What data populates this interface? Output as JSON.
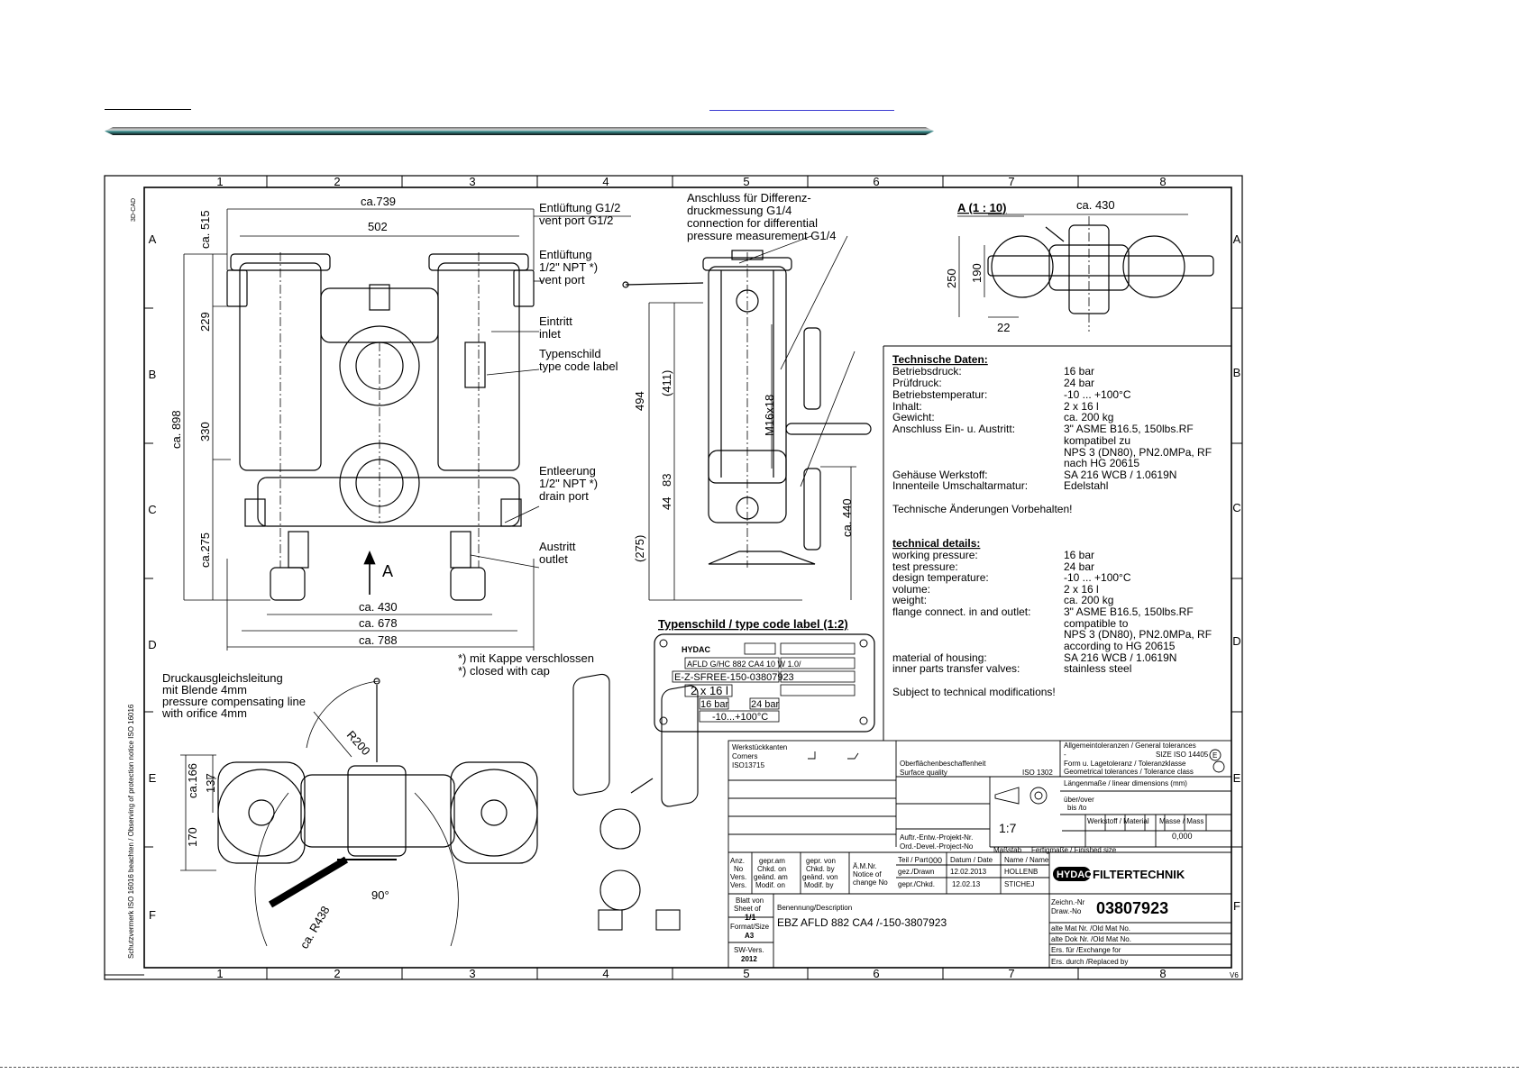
{
  "frame": {
    "columns": [
      "1",
      "2",
      "3",
      "4",
      "5",
      "6",
      "7",
      "8"
    ],
    "rows": [
      "A",
      "B",
      "C",
      "D",
      "E",
      "F"
    ],
    "side_label_cad": "3D-CAD",
    "side_label_protection": "Schutzvermerk ISO 16016 beachten / Observing of protection notice ISO 16016",
    "version_mark": "V6"
  },
  "front_view": {
    "dim_top_overall": "ca.739",
    "dim_top_inner": "502",
    "dim_height_515": "ca. 515",
    "dim_229": "229",
    "dim_330": "330",
    "dim_898": "ca. 898",
    "dim_275": "ca.275",
    "dim_430": "ca. 430",
    "dim_678": "ca. 678",
    "dim_788": "ca. 788",
    "arrow_view": "A",
    "callouts": [
      {
        "l1": "Entlüftung G1/2",
        "l2": "vent port G1/2"
      },
      {
        "l1": "Entlüftung",
        "l2": "1/2\" NPT *)",
        "l3": "vent port"
      },
      {
        "l1": "Eintritt",
        "l2": "inlet"
      },
      {
        "l1": "Typenschild",
        "l2": "type code label"
      },
      {
        "l1": "Entleerung",
        "l2": "1/2\" NPT *)",
        "l3": "drain port"
      },
      {
        "l1": "Austritt",
        "l2": "outlet"
      }
    ],
    "cap_note_de": "*) mit Kappe verschlossen",
    "cap_note_en": "*) closed with cap"
  },
  "side_view": {
    "diff_l1": "Anschluss für Differenz-",
    "diff_l2": "druckmessung G1/4",
    "diff_l3": "connection for differential",
    "diff_l4": "pressure measurement G1/4",
    "dim_494": "494",
    "dim_411": "(411)",
    "dim_m16": "M16x18",
    "dim_83": "83",
    "dim_44": "44",
    "dim_275": "(275)",
    "dim_440": "ca. 440"
  },
  "view_a": {
    "title": "A  (1 : 10)",
    "dim_430": "ca. 430",
    "dim_250": "250",
    "dim_190": "190",
    "dim_22": "22"
  },
  "label_plate": {
    "title": "Typenschild / type code label (1:2)",
    "brand": "HYDAC",
    "type_code": "AFLD G/HC 882 CA4 10 W 1.0/",
    "serial": "E-Z-SFREE-150-03807923",
    "volume": "2 x 16 l",
    "pressure": "16 bar",
    "test_pressure": "24 bar",
    "temperature": "-10...+100°C"
  },
  "tech_de": {
    "heading": "Technische Daten:",
    "rows": [
      [
        "Betriebsdruck:",
        "16 bar"
      ],
      [
        "Prüfdruck:",
        "24 bar"
      ],
      [
        "Betriebstemperatur:",
        "-10 ... +100°C"
      ],
      [
        "Inhalt:",
        "2 x 16 l"
      ],
      [
        "Gewicht:",
        "ca. 200 kg"
      ],
      [
        "Anschluss Ein- u. Austritt:",
        "3\" ASME B16.5, 150lbs.RF"
      ],
      [
        "",
        "kompatibel zu"
      ],
      [
        "",
        "NPS 3 (DN80), PN2.0MPa, RF"
      ],
      [
        "",
        "nach HG 20615"
      ],
      [
        "Gehäuse Werkstoff:",
        "SA 216 WCB / 1.0619N"
      ],
      [
        "Innenteile Umschaltarmatur:",
        "Edelstahl"
      ]
    ],
    "note": "Technische Änderungen Vorbehalten!"
  },
  "tech_en": {
    "heading": "technical details:",
    "rows": [
      [
        "working pressure:",
        "16 bar"
      ],
      [
        "test pressure:",
        "24 bar"
      ],
      [
        "design temperature:",
        "-10 ... +100°C"
      ],
      [
        "volume:",
        "2 x 16 l"
      ],
      [
        "weight:",
        "ca. 200 kg"
      ],
      [
        "flange connect. in and outlet:",
        "3\" ASME B16.5, 150lbs.RF"
      ],
      [
        "",
        "compatible to"
      ],
      [
        "",
        "NPS 3 (DN80), PN2.0MPa, RF"
      ],
      [
        "",
        "according to HG 20615"
      ],
      [
        "material of housing:",
        "SA 216 WCB / 1.0619N"
      ],
      [
        "inner parts transfer valves:",
        "stainless steel"
      ]
    ],
    "note": "Subject to technical modifications!"
  },
  "top_view": {
    "pressure_l1": "Druckausgleichsleitung",
    "pressure_l2": "mit Blende 4mm",
    "pressure_l3": "pressure compensating line",
    "pressure_l4": "with orifice 4mm",
    "dim_r200": "R200",
    "dim_166": "ca.166",
    "dim_137": "137",
    "dim_170": "170",
    "dim_r438": "ca. R438",
    "dim_90": "90°"
  },
  "title_block": {
    "edges_de": "Werkstückkanten",
    "edges_en": "Corners",
    "edges_std": "ISO13715",
    "surface_de": "Oberflächenbeschaffenheit",
    "surface_en": "Surface quality",
    "surface_std": "ISO 1302",
    "tol_general": "Allgemeintoleranzen / General tolerances",
    "tol_dash": "-",
    "tol_size": "SIZE ISO 14405",
    "tol_e": "E",
    "tol_form_de": "Form u. Lagetoleranz / Toleranzklasse",
    "tol_form_en": "Geometrical tolerances / Tolerance class",
    "tol_length": "Längenmaße / linear dimensions (mm)",
    "over_de": "über/over",
    "over_en": "bis /to",
    "scale_value": "1:7",
    "scale_label": "Maßstab",
    "material_label": "Werkstoff / Material",
    "mass_label": "Masse / Mass",
    "mass_value": "0,000",
    "finished_size": "Fertigmaße / Finished size",
    "order_de": "Auftr.-Entw.-Projekt-Nr.",
    "order_en": "Ord.-Devel.-Project-No",
    "hdr_no": [
      "Anz.",
      "No"
    ],
    "hdr_vers": [
      "Vers.",
      "Vers."
    ],
    "hdr_checked": [
      "gepr.am",
      "Chkd. on",
      "geänd. am",
      "Modif. on"
    ],
    "hdr_checked_by": [
      "gepr. von",
      "Chkd. by",
      "geänd. von",
      "Modif. by"
    ],
    "hdr_notice": [
      "Ä.M.Nr.",
      "Notice of",
      "change No"
    ],
    "part_label": "Teil / Part",
    "part_value": "000",
    "date_label": "Datum / Date",
    "name_label": "Name / Name",
    "drawn_label": "gez./Drawn",
    "drawn_date": "12.02.2013",
    "drawn_name": "HOLLENB",
    "checked_label": "gepr./Chkd.",
    "checked_date": "12.02.13",
    "checked_name": "STICHEJ",
    "company": "HYDAC",
    "company_suffix": "FILTERTECHNIK",
    "sheet_de": "Blatt von",
    "sheet_en": "Sheet of",
    "sheet_value": "1/1",
    "format_label": "Format/Size",
    "format_value": "A3",
    "sw_label": "SW-Vers.",
    "sw_value": "2012",
    "desc_label": "Benennung/Description",
    "desc_value": "EBZ AFLD 882 CA4 /-150-3807923",
    "drawno_de": "Zeichn.-Nr",
    "drawno_en": "Draw.-No",
    "drawno_value": "03807923",
    "old_mat": "alte Mat Nr. /Old Mat No.",
    "old_doc": "alte Dok Nr. /Old Mat No.",
    "exchange": "Ers. für /Exchange for",
    "replaced": "Ers. durch /Replaced by"
  }
}
